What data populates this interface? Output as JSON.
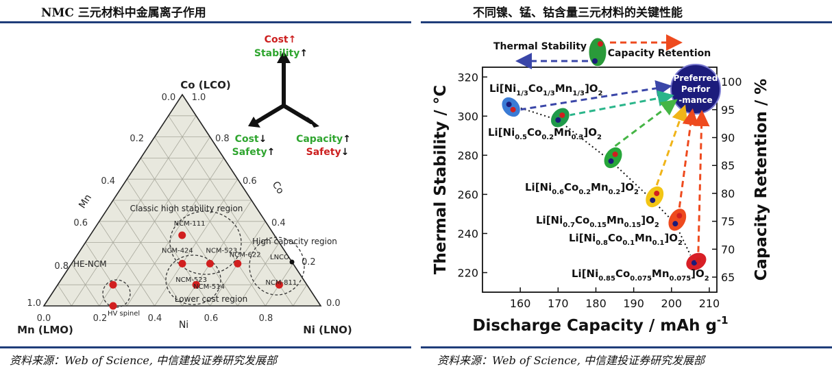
{
  "panels": [
    {
      "title": "NMC 三元材料中金属离子作用",
      "source": "资料来源：Web of Science, 中信建投证券研究发展部"
    },
    {
      "title": "不同镍、锰、钴含量三元材料的关键性能",
      "source": "资料来源：Web of Science, 中信建投证券研究发展部"
    }
  ],
  "colors": {
    "rule": "#1f3d7a",
    "red": "#cc1f1f",
    "green": "#2fa52f",
    "navy": "#1b1b7a",
    "ternary_bg": "#e8e8de"
  },
  "chart_data": [
    {
      "type": "ternary",
      "corners": {
        "top": "Co (LCO)",
        "left": "Mn (LMO)",
        "right": "Ni (LNO)"
      },
      "axis_names": {
        "left_edge": "Mn",
        "right_edge": "Co",
        "bottom_edge": "Ni"
      },
      "left_edge_ticks": [
        "0.2",
        "0.4",
        "0.6",
        "0.8",
        "1.0"
      ],
      "right_edge_ticks": [
        "1.0",
        "0.8",
        "0.6",
        "0.4",
        "0.2",
        "0.0"
      ],
      "bottom_ticks": [
        "0.0",
        "0.2",
        "0.4",
        "0.6",
        "0.8"
      ],
      "top_tick_left": "0.0",
      "points": [
        {
          "label": "NCM-111",
          "ni": 0.333,
          "co": 0.333,
          "mn": 0.333
        },
        {
          "label": "NCM-424",
          "ni": 0.4,
          "co": 0.2,
          "mn": 0.4
        },
        {
          "label": "NCM-523",
          "ni": 0.5,
          "co": 0.2,
          "mn": 0.3
        },
        {
          "label": "NCM-622",
          "ni": 0.6,
          "co": 0.2,
          "mn": 0.2
        },
        {
          "label": "NCM-811",
          "ni": 0.8,
          "co": 0.1,
          "mn": 0.1
        },
        {
          "label": "NCM-523",
          "ni": 0.5,
          "co": 0.1,
          "mn": 0.4
        },
        {
          "label": "NCM-514",
          "ni": 0.5,
          "co": 0.1,
          "mn": 0.4
        },
        {
          "label": "HE-NCM",
          "ni": 0.2,
          "co": 0.1,
          "mn": 0.7
        },
        {
          "label": "HV spinel",
          "ni": 0.25,
          "co": 0.0,
          "mn": 0.75
        }
      ],
      "regions": [
        "Classic high stability region",
        "High capacity region",
        "Lower cost region"
      ],
      "extra_labels": [
        "LNCO"
      ],
      "legend_top": {
        "cost": "Cost",
        "stability": "Stability"
      },
      "legend_left": {
        "cost": "Cost",
        "safety": "Safety"
      },
      "legend_right": {
        "capacity": "Capacity",
        "safety": "Safety"
      },
      "arrows": {
        "up": "↑",
        "down": "↓"
      }
    },
    {
      "type": "scatter",
      "xlabel": "Discharge Capacity / mAh g",
      "xlabel_sup": "-1",
      "ylabel": "Thermal Stability / °C",
      "y2label": "Capacity Retention / %",
      "xlim": [
        150,
        212
      ],
      "ylim": [
        210,
        325
      ],
      "y2lim": [
        62.3,
        102.6
      ],
      "xticks": [
        160,
        170,
        180,
        190,
        200,
        210
      ],
      "yticks": [
        220,
        240,
        260,
        280,
        300,
        320
      ],
      "y2ticks": [
        65,
        70,
        75,
        80,
        85,
        90,
        95,
        100
      ],
      "legend_top": {
        "thermal": "Thermal Stability",
        "retention": "Capacity Retention"
      },
      "target": {
        "line1": "Preferred",
        "line2": "Perfor",
        "line3": "-mance"
      },
      "materials": [
        {
          "label": "Li[Ni1/3Co1/3Mn1/3]O2",
          "parts": [
            [
              "Li[Ni",
              ""
            ],
            [
              "1/3",
              "sub"
            ],
            [
              "Co",
              ""
            ],
            [
              "1/3",
              "sub"
            ],
            [
              "Mn",
              ""
            ],
            [
              "1/3",
              "sub"
            ],
            [
              "]O",
              ""
            ],
            [
              "2",
              "sub"
            ]
          ],
          "capacity": 157,
          "thermal": 306,
          "retention": 95,
          "color": "#3a7bd5"
        },
        {
          "label": "Li[Ni0.5Co0.2Mn0.3]O2",
          "parts": [
            [
              "Li[Ni",
              ""
            ],
            [
              "0.5",
              "sub"
            ],
            [
              "Co",
              ""
            ],
            [
              "0.2",
              "sub"
            ],
            [
              "Mn",
              ""
            ],
            [
              "0.3",
              "sub"
            ],
            [
              "]O",
              ""
            ],
            [
              "2",
              "sub"
            ]
          ],
          "capacity": 170,
          "thermal": 298,
          "retention": 94,
          "color": "#1f9a4a"
        },
        {
          "label": "Li[Ni0.6Co0.2Mn0.2]O2",
          "parts": [
            [
              "Li[Ni",
              ""
            ],
            [
              "0.6",
              "sub"
            ],
            [
              "Co",
              ""
            ],
            [
              "0.2",
              "sub"
            ],
            [
              "Mn",
              ""
            ],
            [
              "0.2",
              "sub"
            ],
            [
              "]O",
              ""
            ],
            [
              "2",
              "sub"
            ]
          ],
          "capacity": 184,
          "thermal": 277,
          "retention": 87,
          "color": "#27a63a"
        },
        {
          "label": "Li[Ni0.7Co0.15Mn0.15]O2",
          "parts": [
            [
              "Li[Ni",
              ""
            ],
            [
              "0.7",
              "sub"
            ],
            [
              "Co",
              ""
            ],
            [
              "0.15",
              "sub"
            ],
            [
              "Mn",
              ""
            ],
            [
              "0.15",
              "sub"
            ],
            [
              "]O",
              ""
            ],
            [
              "2",
              "sub"
            ]
          ],
          "capacity": 195,
          "thermal": 257,
          "retention": 80,
          "color": "#f2c515"
        },
        {
          "label": "Li[Ni0.8Co0.1Mn0.1]O2",
          "parts": [
            [
              "Li[Ni",
              ""
            ],
            [
              "0.8",
              "sub"
            ],
            [
              "Co",
              ""
            ],
            [
              "0.1",
              "sub"
            ],
            [
              "Mn",
              ""
            ],
            [
              "0.1",
              "sub"
            ],
            [
              "]O",
              ""
            ],
            [
              "2",
              "sub"
            ]
          ],
          "capacity": 201,
          "thermal": 245,
          "retention": 76,
          "color": "#ee4a1e"
        },
        {
          "label": "Li[Ni0.85Co0.075Mn0.075]O2",
          "parts": [
            [
              "Li[Ni",
              ""
            ],
            [
              "0.85",
              "sub"
            ],
            [
              "Co",
              ""
            ],
            [
              "0.075",
              "sub"
            ],
            [
              "Mn",
              ""
            ],
            [
              "0.075",
              "sub"
            ],
            [
              "]O",
              ""
            ],
            [
              "2",
              "sub"
            ]
          ],
          "capacity": 206,
          "thermal": 225,
          "retention": 68,
          "color": "#d81f26"
        }
      ]
    }
  ]
}
